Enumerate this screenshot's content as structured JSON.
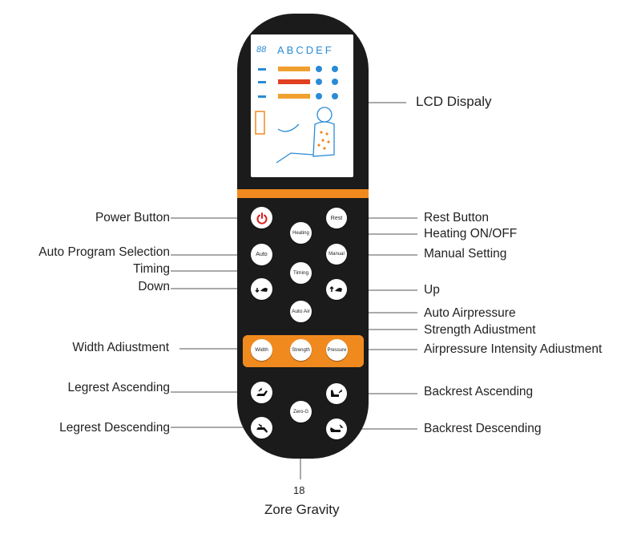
{
  "display": {
    "digits": "88",
    "letters": "ABCDEF"
  },
  "buttons": {
    "rest": "Rest",
    "heating": "Heating",
    "auto": "Auto",
    "manual": "Manual",
    "timing": "Timing",
    "auto_air": "Auto Air",
    "width": "Width",
    "strength": "Strength",
    "pressure": "Pressure",
    "zero_g": "Zero-G"
  },
  "icons": {
    "power": "power-icon",
    "down": "recline-down-icon",
    "up": "recline-up-icon",
    "legrest_up": "legrest-ascending-icon",
    "legrest_down": "legrest-descending-icon",
    "backrest_up": "backrest-ascending-icon",
    "backrest_down": "backrest-descending-icon"
  },
  "labels": {
    "lcd": "LCD Dispaly",
    "power": "Power Button",
    "rest": "Rest Button",
    "heating": "Heating ON/OFF",
    "auto_program": "Auto Program Selection",
    "manual": "Manual Setting",
    "timing": "Timing",
    "down": "Down",
    "up": "Up",
    "auto_air": "Auto Airpressure",
    "strength": "Strength Adiustment",
    "width": "Width Adiustment",
    "air_intensity": "Airpressure Intensity Adiustment",
    "legrest_up": "Legrest Ascending",
    "backrest_up": "Backrest Ascending",
    "legrest_down": "Legrest Descending",
    "backrest_down": "Backrest Descending",
    "page_number": "18",
    "zero_gravity": "Zore Gravity"
  },
  "colors": {
    "body": "#1b1b1b",
    "accent": "#f08a1f",
    "power": "#d92020",
    "lcd_text": "#2a8bd6"
  }
}
